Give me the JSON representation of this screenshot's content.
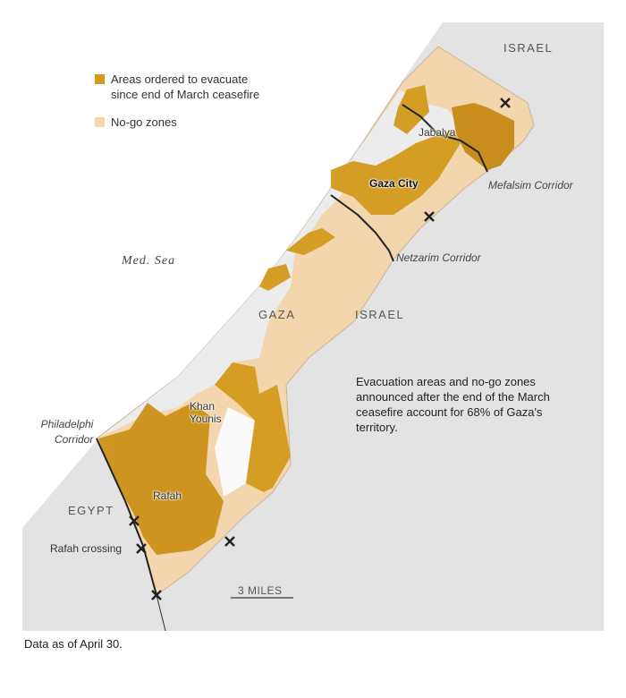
{
  "legend": {
    "items": [
      {
        "label_line1": "Areas ordered to evacuate",
        "label_line2": "since end of March ceasefire",
        "color": "#d39a1c"
      },
      {
        "label_line1": "No-go zones",
        "color": "#f3d6ad"
      }
    ]
  },
  "labels": {
    "israel_north": "ISRAEL",
    "israel_mid": "ISRAEL",
    "gaza": "GAZA",
    "egypt": "EGYPT",
    "sea": "Med. Sea",
    "jabalya": "Jabalya",
    "gaza_city": "Gaza City",
    "khan_younis_1": "Khan",
    "khan_younis_2": "Younis",
    "rafah": "Rafah",
    "mefalsim": "Mefalsim Corridor",
    "netzarim": "Netzarim Corridor",
    "philadelphi_1": "Philadelphi",
    "philadelphi_2": "Corridor",
    "rafah_crossing": "Rafah crossing",
    "scale": "3 MILES"
  },
  "note": "Evacuation areas and no-go zones announced after the end of the March ceasefire account for 68% of Gaza's territory.",
  "footer": "Data as of April 30.",
  "colors": {
    "evac": "#d39a1c",
    "nogo": "#f3d6ad",
    "land": "#e3e3e3",
    "urban": "#e9e9e9"
  }
}
